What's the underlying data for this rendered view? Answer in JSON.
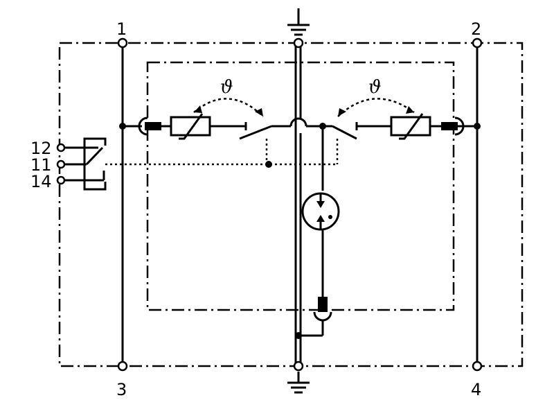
{
  "terminals": {
    "t1": "1",
    "t2": "2",
    "t3": "3",
    "t4": "4",
    "t12": "12",
    "t11": "11",
    "t14": "14"
  },
  "thermal_symbol": "ϑ",
  "colors": {
    "line": "#000000",
    "background": "#ffffff"
  },
  "icons": [
    "ground-icon",
    "varistor-icon",
    "gas-discharge-tube-icon",
    "relay-contact-icon",
    "thermal-disconnector-icon"
  ]
}
